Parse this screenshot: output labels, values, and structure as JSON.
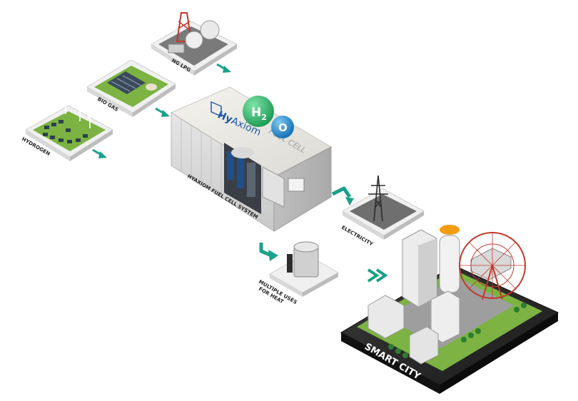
{
  "sources": {
    "ng_lpg": "NG LPG",
    "bio_gas": "BIO GAS",
    "hydrogen": "HYDROGEN"
  },
  "brand": {
    "logo_prefix": "Hy",
    "logo_suffix": "Axiom",
    "fuel_cell": "FUEL CELL"
  },
  "system_label": "HYAXIOM FUEL CELL SYSTEM",
  "water": {
    "h": "H",
    "two": "2",
    "o": "O"
  },
  "outputs": {
    "electricity": "ELECTRICITY",
    "heat_line1": "MULTIPLE USES",
    "heat_line2": "FOR HEAT"
  },
  "destination": "SMART CITY",
  "colors": {
    "arrow": "#1aa08a",
    "grass": "#7cb342",
    "h2_bubble": "#2fb86a",
    "o_bubble": "#1e8fd6",
    "logo_blue": "#1f5aa6"
  }
}
